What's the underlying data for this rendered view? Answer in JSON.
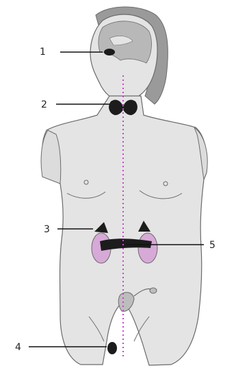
{
  "callouts": [
    {
      "label": "1"
    },
    {
      "label": "2"
    },
    {
      "label": "3"
    },
    {
      "label": "4"
    },
    {
      "label": "5"
    }
  ],
  "colors": {
    "skin": "#e4e4e4",
    "outline": "#6a6a6a",
    "hair": "#9a9a9a",
    "gland": "#1c1c1c",
    "kidney": "#d7a9d7",
    "midline": "#cc44cc",
    "leader": "#111111"
  }
}
